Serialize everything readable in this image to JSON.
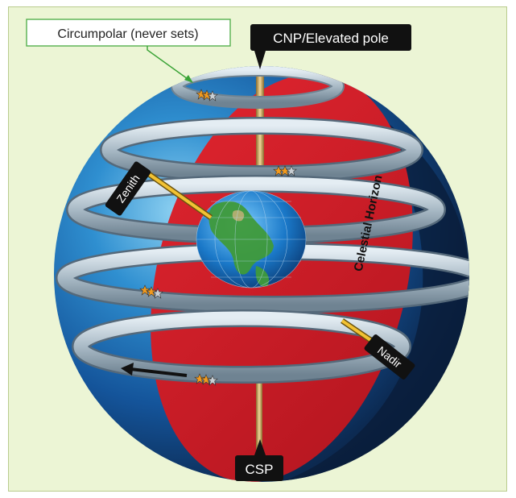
{
  "labels": {
    "circumpolar": "Circumpolar (never sets)",
    "cnp": "CNP/Elevated pole",
    "csp": "CSP",
    "zenith": "Zenith",
    "nadir": "Nadir",
    "horizon": "Celestial Horizon"
  },
  "colors": {
    "background": "#ecf5d5",
    "sphere_blue": "#1f6fb6",
    "sphere_dark": "#0f2545",
    "horizon_red": "#d21f2b",
    "ring_gray": "#b8c7d2",
    "label_box": "#111111",
    "pole_yellow": "#f2c233",
    "callout_line": "#3aa336"
  },
  "icons": [
    "star-icon",
    "arrow-left-icon",
    "globe-icon"
  ]
}
